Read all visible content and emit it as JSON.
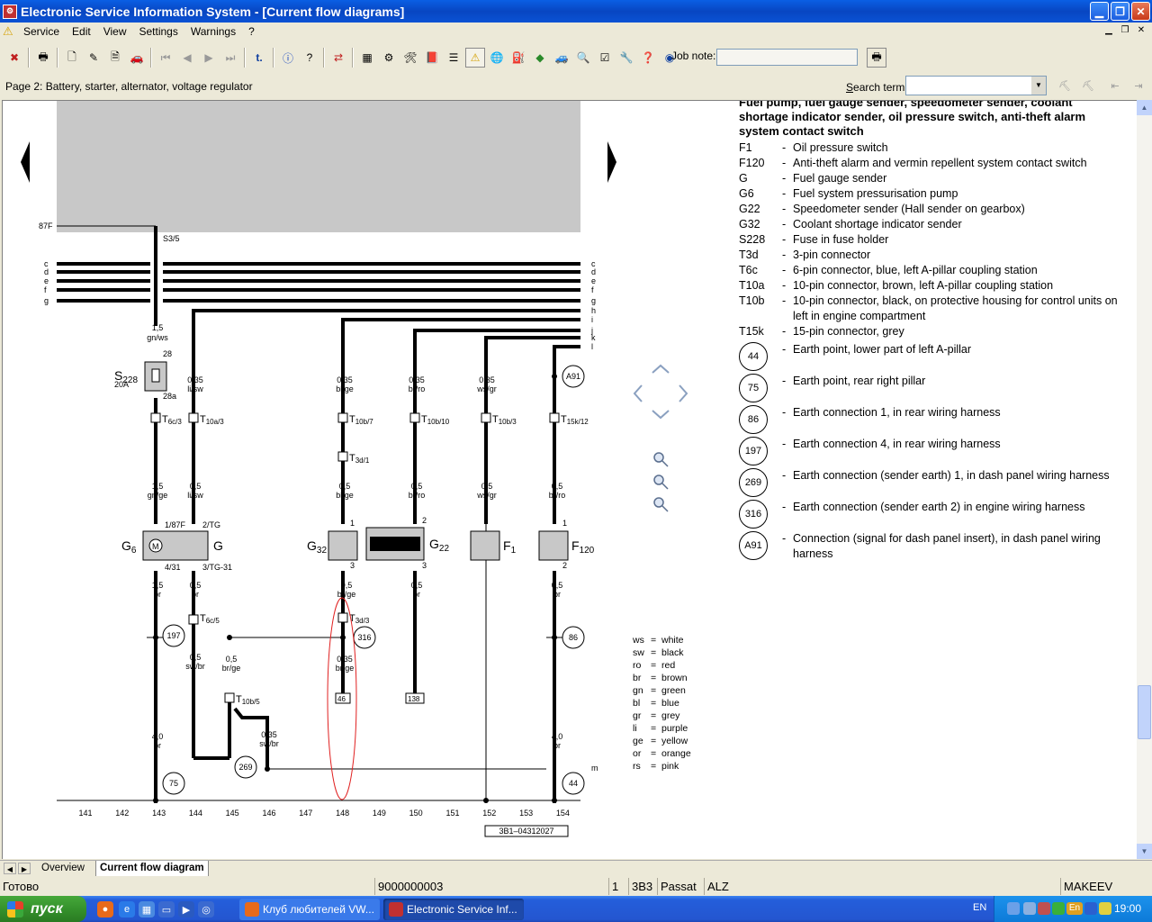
{
  "window": {
    "title": "Electronic Service Information System - [Current flow diagrams]"
  },
  "menu": [
    "Service",
    "Edit",
    "View",
    "Settings",
    "Warnings",
    "?"
  ],
  "toolbar": {
    "job_note_label": "Job note:",
    "search_label_pre": "S",
    "search_label_post": "earch term:"
  },
  "page": {
    "title": "Page 2: Battery, starter, alternator, voltage regulator"
  },
  "legend": {
    "header_line1": "Fuel pump, fuel gauge sender, speedometer sender, coolant",
    "header_line2": "shortage indicator sender, oil pressure switch, anti-theft alarm",
    "header_line3": "system contact switch",
    "items": [
      {
        "k": "F1",
        "v": "Oil pressure switch"
      },
      {
        "k": "F120",
        "v": "Anti-theft alarm and vermin repellent system contact switch"
      },
      {
        "k": "G",
        "v": "Fuel gauge sender"
      },
      {
        "k": "G6",
        "v": "Fuel system pressurisation pump"
      },
      {
        "k": "G22",
        "v": "Speedometer sender (Hall sender on gearbox)"
      },
      {
        "k": "G32",
        "v": "Coolant shortage indicator sender"
      },
      {
        "k": "S228",
        "v": "Fuse in fuse holder"
      },
      {
        "k": "T3d",
        "v": "3-pin connector"
      },
      {
        "k": "T6c",
        "v": "6-pin connector, blue, left A-pillar coupling station"
      },
      {
        "k": "T10a",
        "v": "10-pin connector, brown, left A-pillar coupling station"
      },
      {
        "k": "T10b",
        "v": "10-pin connector, black, on protective housing for control units on left in engine compartment"
      },
      {
        "k": "T15k",
        "v": "15-pin connector, grey"
      }
    ],
    "earth": [
      {
        "k": "44",
        "v": "Earth point, lower part of left A-pillar"
      },
      {
        "k": "75",
        "v": "Earth point, rear right pillar"
      },
      {
        "k": "86",
        "v": "Earth connection 1, in rear wiring harness"
      },
      {
        "k": "197",
        "v": "Earth connection 4, in rear wiring harness"
      },
      {
        "k": "269",
        "v": "Earth connection (sender earth) 1, in dash panel wiring harness"
      },
      {
        "k": "316",
        "v": "Earth connection (sender earth 2) in engine wiring harness"
      },
      {
        "k": "A91",
        "v": "Connection (signal for dash panel insert), in dash panel wiring harness"
      }
    ]
  },
  "colors": [
    {
      "k": "ws",
      "v": "white"
    },
    {
      "k": "sw",
      "v": "black"
    },
    {
      "k": "ro",
      "v": "red"
    },
    {
      "k": "br",
      "v": "brown"
    },
    {
      "k": "gn",
      "v": "green"
    },
    {
      "k": "bl",
      "v": "blue"
    },
    {
      "k": "gr",
      "v": "grey"
    },
    {
      "k": "li",
      "v": "purple"
    },
    {
      "k": "ge",
      "v": "yellow"
    },
    {
      "k": "or",
      "v": "orange"
    },
    {
      "k": "rs",
      "v": "pink"
    }
  ],
  "diagram": {
    "ref": "3B1–04312027",
    "columns": [
      "141",
      "142",
      "143",
      "144",
      "145",
      "146",
      "147",
      "148",
      "149",
      "150",
      "151",
      "152",
      "153",
      "154"
    ],
    "bus_left": [
      "c",
      "d",
      "e",
      "f",
      "g"
    ],
    "bus_right": [
      "c",
      "d",
      "e",
      "f",
      "g",
      "h",
      "i",
      "j",
      "k",
      "l"
    ],
    "terminal_87f": "87F",
    "s35": "S3/5",
    "m_label": "m"
  },
  "tabs": {
    "overview": "Overview",
    "current": "Current flow diagram"
  },
  "status": {
    "ready": "Готово",
    "code": "9000000003",
    "n1": "1",
    "n2": "3B3",
    "model": "Passat",
    "engine": "ALZ",
    "user": "MAKEEV"
  },
  "taskbar": {
    "start": "пуск",
    "task1": "Клуб любителей VW...",
    "task2": "Electronic Service Inf...",
    "lang": "EN",
    "clock": "19:00",
    "kbd": "En"
  }
}
